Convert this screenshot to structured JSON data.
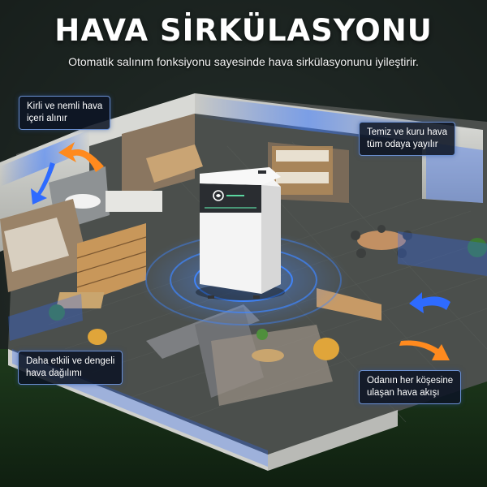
{
  "header": {
    "title": "HAVA SİRKÜLASYONU",
    "subtitle": "Otomatik salınım fonksiyonu sayesinde hava sirkülasyonunu iyileştirir."
  },
  "callouts": [
    {
      "line1": "Kirli ve nemli hava",
      "line2": "içeri alınır"
    },
    {
      "line1": "Temiz ve kuru hava",
      "line2": "tüm odaya yayılır"
    },
    {
      "line1": "Daha etkili ve dengeli",
      "line2": "hava dağılımı"
    },
    {
      "line1": "Odanın her köşesine",
      "line2": "ulaşan hava akışı"
    }
  ],
  "colors": {
    "airflow_blue": "#2e6bff",
    "airflow_orange": "#ff8a1e",
    "device_body": "#f4f4f4",
    "device_top": "#2a2d31",
    "callout_border": "#6a8fd0"
  },
  "icons": [
    "orange-intake-arrow-icon",
    "blue-intake-arrow-icon",
    "blue-outflow-arrow-icon",
    "orange-outflow-arrow-icon",
    "device-logo-icon"
  ]
}
